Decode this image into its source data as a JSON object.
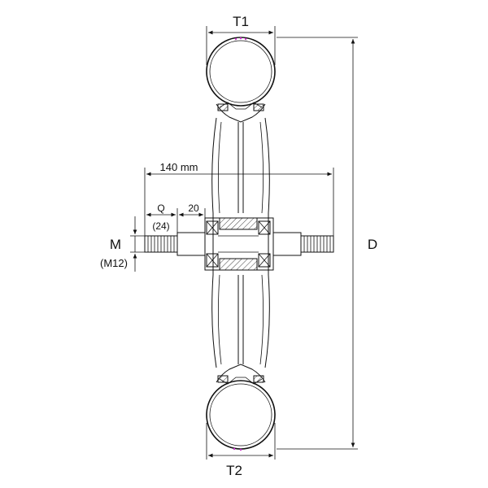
{
  "labels": {
    "t1": "T1",
    "t2": "T2",
    "d": "D",
    "m": "M",
    "m_size": "(M12)",
    "length": "140 mm",
    "q": "Q",
    "q_size": "(24)",
    "twenty": "20"
  },
  "colors": {
    "line": "#111111",
    "accent": "#cc33cc"
  }
}
